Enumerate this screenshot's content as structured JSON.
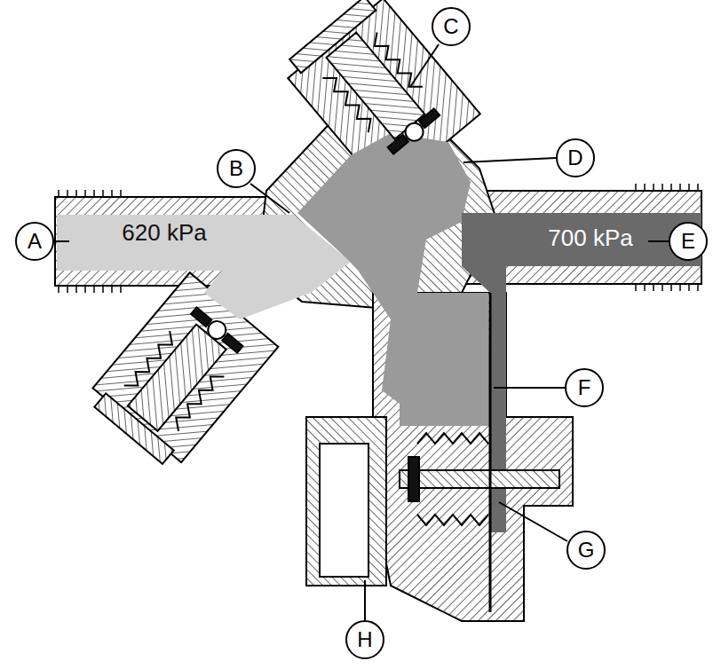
{
  "diagram": {
    "nodes": [
      {
        "text": [
          "C"
        ]
      },
      {
        "text": [
          "B"
        ]
      },
      {
        "text": [
          "D"
        ]
      },
      {
        "text": [
          "A"
        ]
      },
      {
        "text": [
          "E"
        ]
      },
      {
        "text": [
          "F"
        ]
      },
      {
        "text": [
          "G"
        ]
      },
      {
        "text": [
          "H"
        ]
      }
    ],
    "labels": [
      "620 kPa",
      "700 kPa"
    ]
  }
}
